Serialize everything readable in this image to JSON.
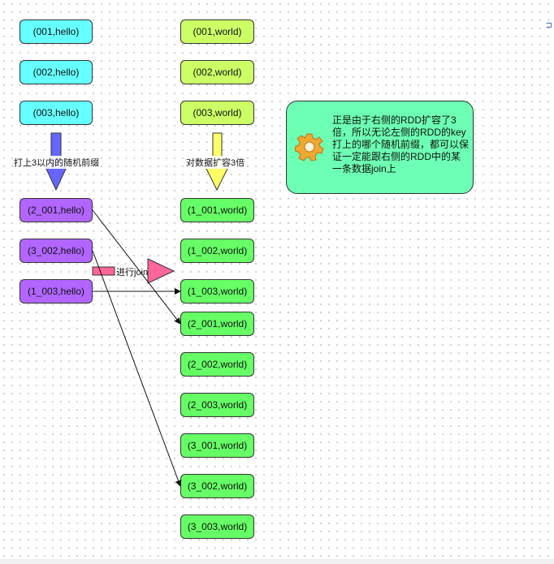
{
  "left_top": [
    "(001,hello)",
    "(002,hello)",
    "(003,hello)"
  ],
  "right_top": [
    "(001,world)",
    "(002,world)",
    "(003,world)"
  ],
  "left_salted": [
    "(2_001,hello)",
    "(3_002,hello)",
    "(1_003,hello)"
  ],
  "right_expanded": [
    "(1_001,world)",
    "(1_002,world)",
    "(1_003,world)",
    "(2_001,world)",
    "(2_002,world)",
    "(2_003,world)",
    "(3_001,world)",
    "(3_002,world)",
    "(3_003,world)"
  ],
  "labels": {
    "salt": "打上3以内的随机前缀",
    "expand": "对数据扩容3倍",
    "join": "进行join"
  },
  "note": {
    "text": "正是由于右侧的RDD扩容了3倍，所以无论左侧的RDD的key打上的哪个随机前缀，都可以保证一定能跟右侧的RDD中的某一条数据join上",
    "icon": "gear-icon"
  },
  "colors": {
    "cyan": "#66ffff",
    "lime": "#ccff66",
    "green": "#66ff66",
    "purple": "#b266ff",
    "note": "#6dffb3",
    "arrow_blue": "#6666ff",
    "arrow_yellow": "#ffff66",
    "join_pink": "#ff6699"
  }
}
